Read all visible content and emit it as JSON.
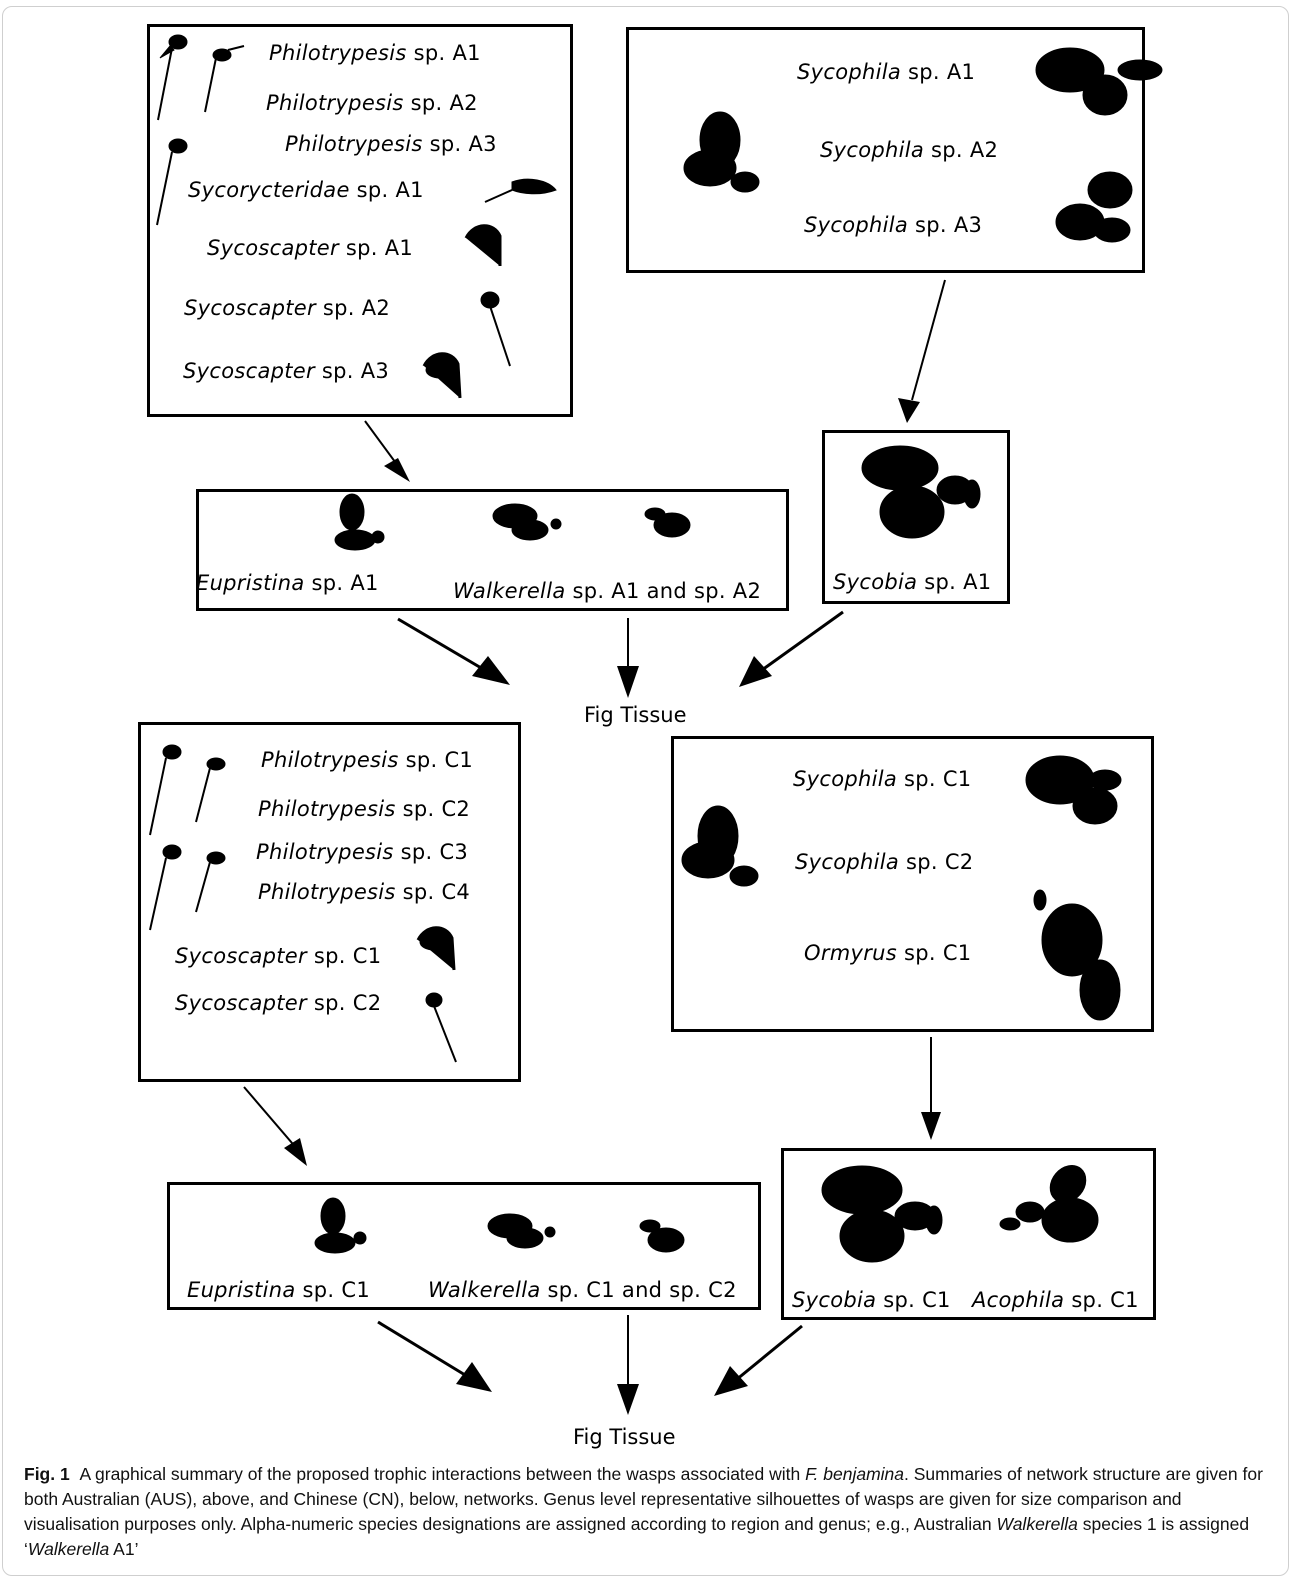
{
  "aus": {
    "box1": [
      {
        "genus": "Philotrypesis",
        "rest": " sp. A1"
      },
      {
        "genus": "Philotrypesis",
        "rest": " sp. A2"
      },
      {
        "genus": "Philotrypesis",
        "rest": " sp. A3"
      },
      {
        "genus": "Sycorycteridae",
        "rest": " sp. A1"
      },
      {
        "genus": "Sycoscapter",
        "rest": " sp. A1"
      },
      {
        "genus": "Sycoscapter",
        "rest": " sp. A2"
      },
      {
        "genus": "Sycoscapter",
        "rest": " sp. A3"
      }
    ],
    "box2": [
      {
        "genus": "Sycophila",
        "rest": " sp. A1"
      },
      {
        "genus": "Sycophila",
        "rest": " sp. A2"
      },
      {
        "genus": "Sycophila",
        "rest": " sp. A3"
      }
    ],
    "pollinators": [
      {
        "genus": "Eupristina",
        "rest": " sp. A1"
      },
      {
        "genus": "Walkerella",
        "rest": " sp. A1 and sp. A2"
      }
    ],
    "sycobia": {
      "genus": "Sycobia",
      "rest": " sp. A1"
    },
    "target": "Fig Tissue"
  },
  "cn": {
    "box1": [
      {
        "genus": "Philotrypesis",
        "rest": " sp. C1"
      },
      {
        "genus": "Philotrypesis",
        "rest": " sp. C2"
      },
      {
        "genus": "Philotrypesis",
        "rest": " sp. C3"
      },
      {
        "genus": "Philotrypesis",
        "rest": " sp. C4"
      },
      {
        "genus": "Sycoscapter",
        "rest": " sp. C1"
      },
      {
        "genus": "Sycoscapter",
        "rest": " sp. C2"
      }
    ],
    "box2": [
      {
        "genus": "Sycophila",
        "rest": " sp. C1"
      },
      {
        "genus": "Sycophila",
        "rest": " sp. C2"
      },
      {
        "genus": "Ormyrus",
        "rest": " sp. C1"
      }
    ],
    "pollinators": [
      {
        "genus": "Eupristina",
        "rest": " sp. C1"
      },
      {
        "genus": "Walkerella",
        "rest": " sp. C1 and sp. C2"
      }
    ],
    "gallers": [
      {
        "genus": "Sycobia",
        "rest": " sp. C1"
      },
      {
        "genus": "Acophila",
        "rest": " sp. C1"
      }
    ],
    "target": "Fig Tissue"
  },
  "caption": {
    "label": "Fig. 1",
    "p1": "A graphical summary of the proposed trophic interactions between the wasps associated with ",
    "species": "F. benjamina",
    "p2": ". Summaries of network structure are given for both Australian (AUS), above, and Chinese (CN), below, networks. Genus level representative silhouettes of wasps are given for size comparison and visualisation purposes only. Alpha-numeric species designations are assigned according to region and genus; e.g., Australian ",
    "walk1": "Walkerella",
    "p3": " species 1 is assigned ‘",
    "walk2": "Walkerella",
    "p4": " A1’"
  }
}
